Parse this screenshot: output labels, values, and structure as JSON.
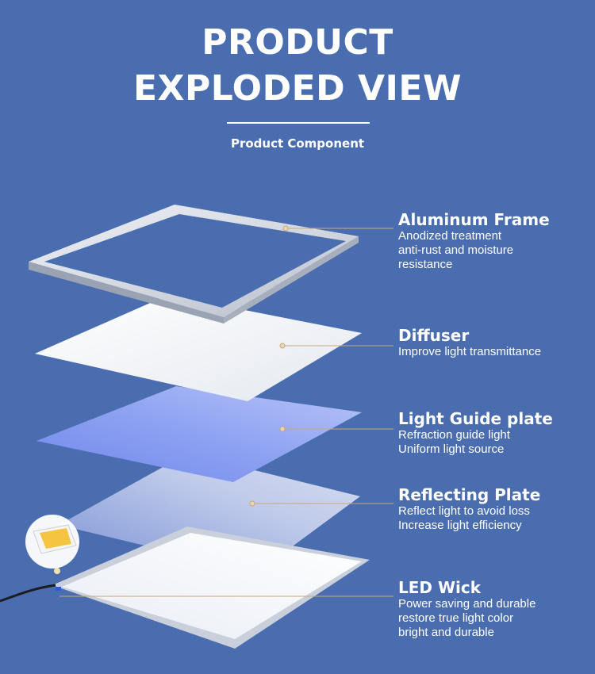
{
  "header": {
    "title_line1": "PRODUCT",
    "title_line2": "EXPLODED VIEW",
    "subtitle": "Product Component"
  },
  "components": [
    {
      "name": "Aluminum Frame",
      "lines": [
        "Anodized treatment",
        "anti-rust and moisture",
        "resistance"
      ]
    },
    {
      "name": "Diffuser",
      "lines": [
        "Improve light transmittance"
      ]
    },
    {
      "name": "Light Guide plate",
      "lines": [
        "Refraction guide light",
        "Uniform light source"
      ]
    },
    {
      "name": "Reflecting Plate",
      "lines": [
        "Reflect light to avoid loss",
        "Increase light efficiency"
      ]
    },
    {
      "name": "LED Wick",
      "lines": [
        "Power saving and durable",
        "restore true light color",
        "bright and durable"
      ]
    }
  ],
  "colors": {
    "background": "#4a6db0",
    "text": "#ffffff",
    "leader_line": "#c8a878",
    "led_chip": "#f5c542"
  }
}
